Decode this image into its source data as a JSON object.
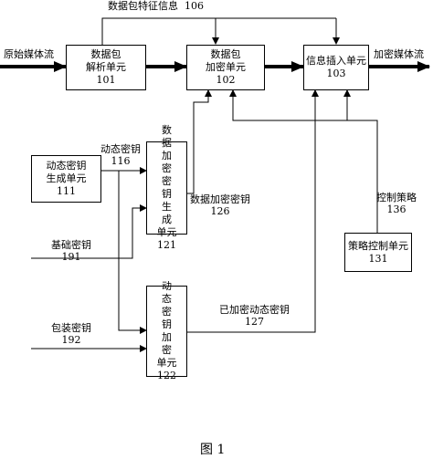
{
  "blocks": {
    "parser": {
      "title": "数据包解析单元",
      "line1": "数据包",
      "line2": "解析单元",
      "id": "101"
    },
    "encryptor": {
      "line1": "数据包",
      "line2": "加密单元",
      "id": "102"
    },
    "inserter": {
      "title": "信息插入单元",
      "id": "103"
    },
    "dynkey_gen": {
      "line1": "动态密钥",
      "line2": "生成单元",
      "id": "111"
    },
    "datakey_gen": {
      "vertical": "数据加密密钥生成",
      "line1": "单元",
      "id": "121"
    },
    "dynkey_enc": {
      "vertical": "动态密钥加密",
      "line1": "单元",
      "id": "122"
    },
    "policy": {
      "title": "策略控制单元",
      "id": "131"
    }
  },
  "labels": {
    "feature_info": "数据包特征信息",
    "feature_info_id": "106",
    "input_stream": "原始媒体流",
    "output_stream": "加密媒体流",
    "dynamic_key": "动态密钥",
    "dynamic_key_id": "116",
    "data_key": "数据加密密钥",
    "data_key_id": "126",
    "base_key": "基础密钥",
    "base_key_id": "191",
    "pack_key": "包装密钥",
    "pack_key_id": "192",
    "enc_dynkey": "已加密动态密钥",
    "enc_dynkey_id": "127",
    "control_policy": "控制策略",
    "control_policy_id": "136"
  },
  "caption": "图 1"
}
